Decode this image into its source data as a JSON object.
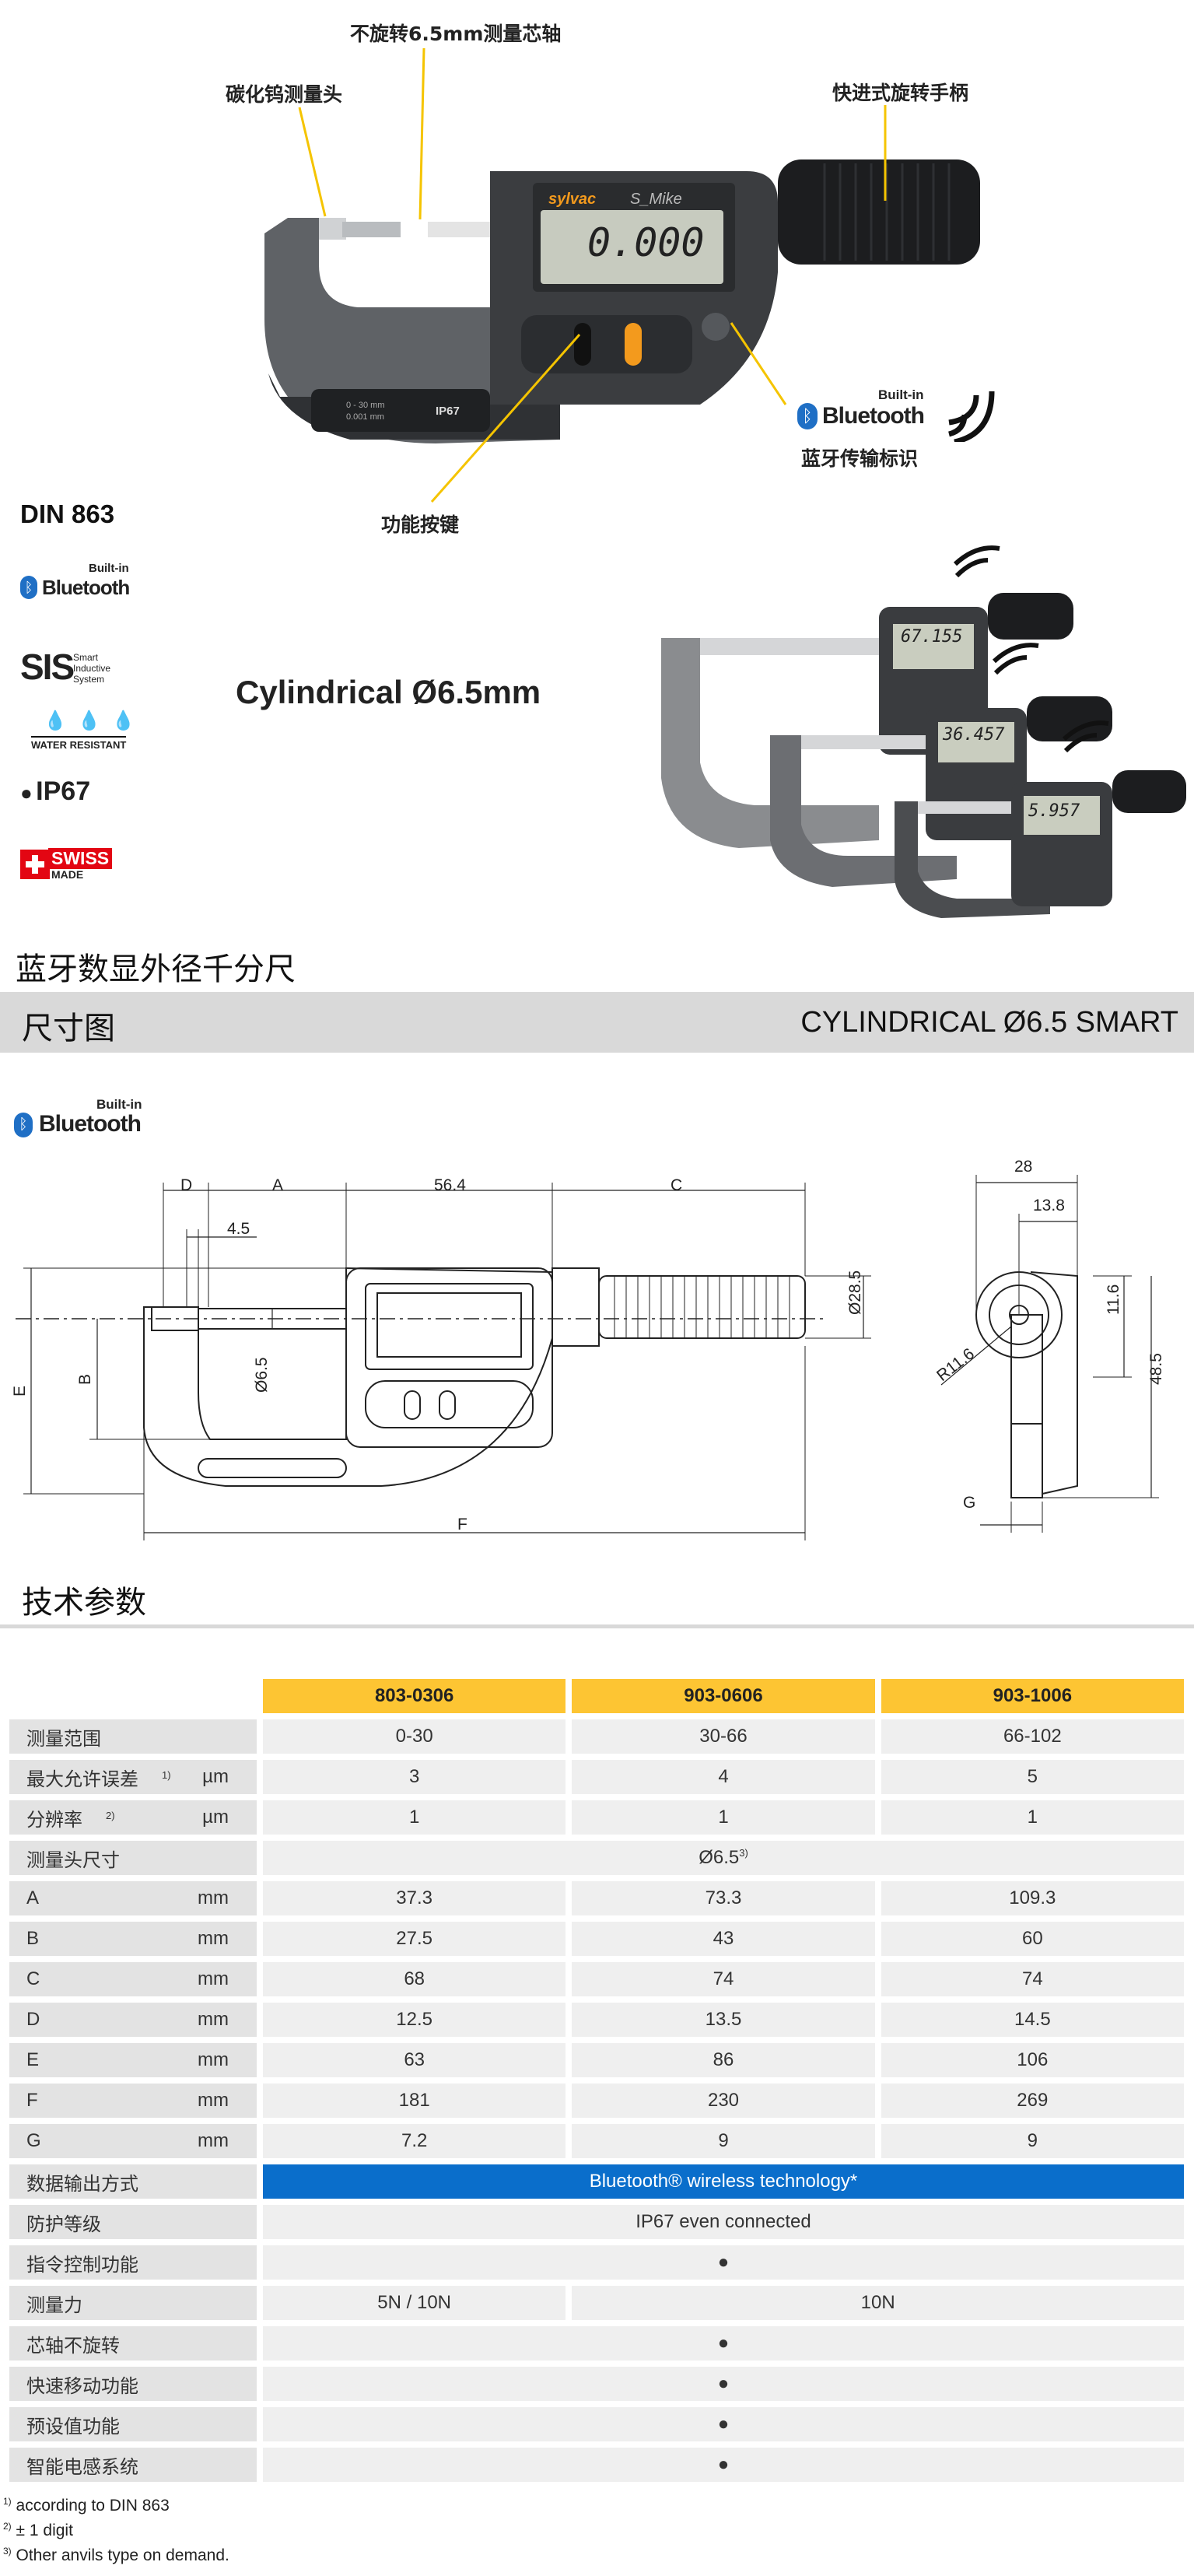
{
  "callouts": {
    "spindle": "不旋转6.5mm测量芯轴",
    "carbide": "碳化钨测量头",
    "ratchet": "快进式旋转手柄",
    "bluetooth_mark": "蓝牙传输标识",
    "function_key": "功能按键"
  },
  "device_display": "0.000",
  "device_brand": "sylvac",
  "device_labels": {
    "range": "0 - 30 mm",
    "res": "0.001 mm",
    "ip": "IP67",
    "model": "S_Mike"
  },
  "features": {
    "din": "DIN 863",
    "bt_built_in": "Built-in",
    "bt_word": "Bluetooth",
    "sis": "SIS",
    "sis_sub": [
      "Smart",
      "Inductive",
      "System"
    ],
    "water": "WATER RESISTANT",
    "ip": "IP67",
    "swiss": "SWISS",
    "swiss_sub": "MADE"
  },
  "headline": "Cylindrical Ø6.5mm",
  "family_readings": [
    "67.155",
    "36.457",
    "5.957"
  ],
  "product_title": "蓝牙数显外径千分尺",
  "dimension_band": {
    "left": "尺寸图",
    "right": "CYLINDRICAL Ø6.5 SMART"
  },
  "drawing_labels": {
    "D": "D",
    "A": "A",
    "w564": "56.4",
    "C": "C",
    "w45": "4.5",
    "d285": "Ø28.5",
    "d65": "Ø6.5",
    "B": "B",
    "E": "E",
    "F": "F",
    "w28": "28",
    "w138": "13.8",
    "h116": "11.6",
    "h485": "48.5",
    "r116": "R11.6",
    "G": "G"
  },
  "spec_title": "技术参数",
  "columns": [
    "803-0306",
    "903-0606",
    "903-1006"
  ],
  "rows": [
    {
      "label": "测量范围",
      "unit": "",
      "note": "",
      "values": [
        "0-30",
        "30-66",
        "66-102"
      ]
    },
    {
      "label": "最大允许误差",
      "unit": "µm",
      "note": "1)",
      "values": [
        "3",
        "4",
        "5"
      ]
    },
    {
      "label": "分辨率",
      "unit": "µm",
      "note": "2)",
      "values": [
        "1",
        "1",
        "1"
      ]
    },
    {
      "label": "测量头尺寸",
      "unit": "",
      "note": "",
      "span": "Ø6.5",
      "span_note": "3)"
    },
    {
      "label": "A",
      "unit": "mm",
      "note": "",
      "values": [
        "37.3",
        "73.3",
        "109.3"
      ]
    },
    {
      "label": "B",
      "unit": "mm",
      "note": "",
      "values": [
        "27.5",
        "43",
        "60"
      ]
    },
    {
      "label": "C",
      "unit": "mm",
      "note": "",
      "values": [
        "68",
        "74",
        "74"
      ]
    },
    {
      "label": "D",
      "unit": "mm",
      "note": "",
      "values": [
        "12.5",
        "13.5",
        "14.5"
      ]
    },
    {
      "label": "E",
      "unit": "mm",
      "note": "",
      "values": [
        "63",
        "86",
        "106"
      ]
    },
    {
      "label": "F",
      "unit": "mm",
      "note": "",
      "values": [
        "181",
        "230",
        "269"
      ]
    },
    {
      "label": "G",
      "unit": "mm",
      "note": "",
      "values": [
        "7.2",
        "9",
        "9"
      ]
    },
    {
      "label": "数据输出方式",
      "unit": "",
      "note": "",
      "span": "Bluetooth® wireless technology*",
      "blue": true
    },
    {
      "label": "防护等级",
      "unit": "",
      "note": "",
      "span": "IP67 even connected"
    },
    {
      "label": "指令控制功能",
      "unit": "",
      "note": "",
      "span": "●"
    },
    {
      "label": "测量力",
      "unit": "",
      "note": "",
      "values": [
        "5N / 10N"
      ],
      "span2": "10N"
    },
    {
      "label": "芯轴不旋转",
      "unit": "",
      "note": "",
      "span": "●"
    },
    {
      "label": "快速移动功能",
      "unit": "",
      "note": "",
      "span": "●"
    },
    {
      "label": "预设值功能",
      "unit": "",
      "note": "",
      "span": "●"
    },
    {
      "label": "智能电感系统",
      "unit": "",
      "note": "",
      "span": "●"
    }
  ],
  "footnotes": [
    {
      "mark": "1)",
      "text": "according to DIN 863"
    },
    {
      "mark": "2)",
      "text": "± 1 digit"
    },
    {
      "mark": "3)",
      "text": "Other anvils type on demand."
    }
  ],
  "colors": {
    "accent": "#fdc533",
    "blue": "#0a6ecb",
    "band": "#d9d9d9"
  }
}
